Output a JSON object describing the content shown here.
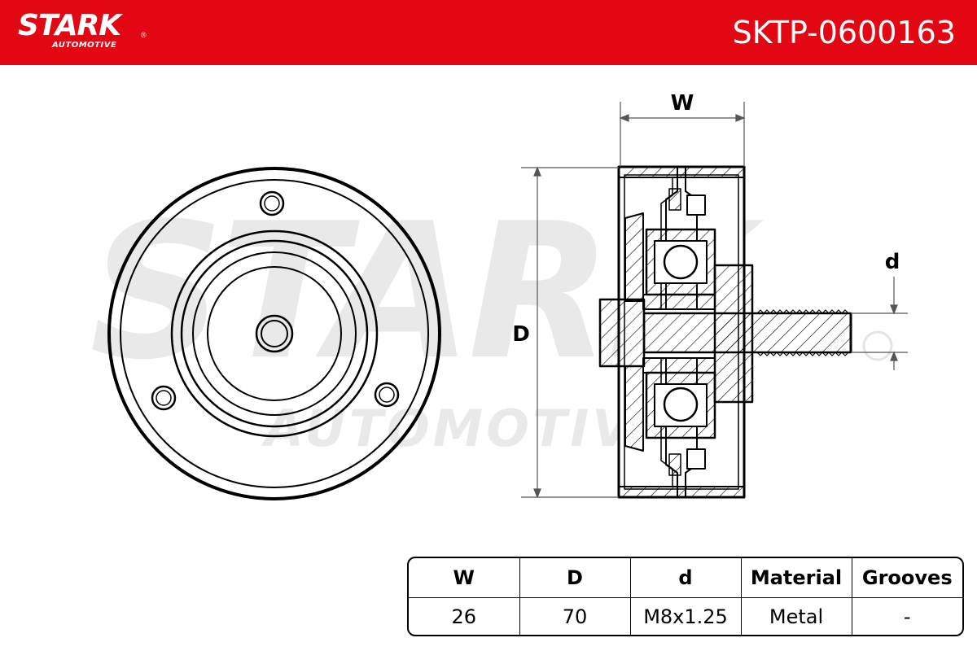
{
  "brand": {
    "name": "STARK",
    "registered": "®",
    "sub": "AUTOMOTIVE",
    "color": "#e30613"
  },
  "part_number": "SKTP-0600163",
  "dimensions": {
    "width": "W",
    "diameter": "D",
    "bolt": "d"
  },
  "specs": {
    "headers": [
      "W",
      "D",
      "d",
      "Material",
      "Grooves"
    ],
    "values": [
      "26",
      "70",
      "M8x1.25",
      "Metal",
      "-"
    ]
  }
}
